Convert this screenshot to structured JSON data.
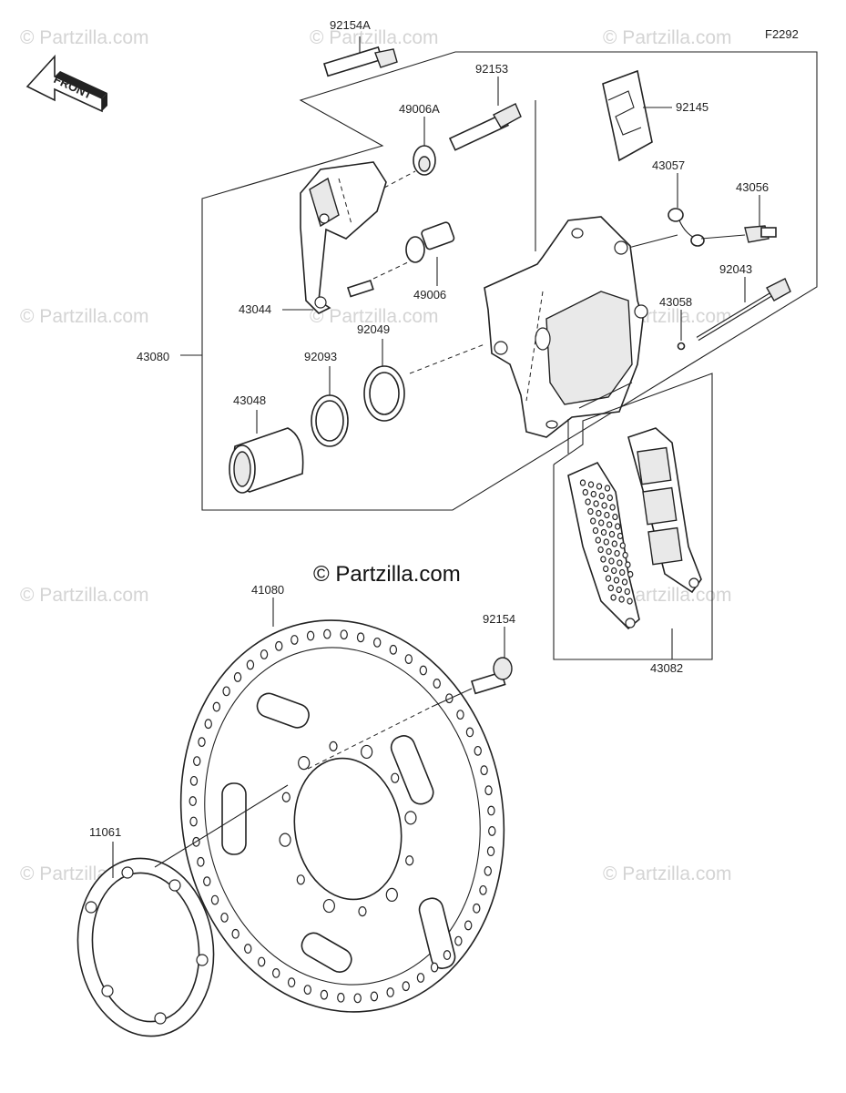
{
  "code": "F2292",
  "front_label": "FRONT",
  "copyright": "© Partzilla.com",
  "watermark": "© Partzilla.com",
  "parts": {
    "p92154A": "92154A",
    "p92153": "92153",
    "p49006A": "49006A",
    "p92145": "92145",
    "p43057": "43057",
    "p43056": "43056",
    "p92043": "92043",
    "p43058": "43058",
    "p49006": "49006",
    "p43044": "43044",
    "p92049": "92049",
    "p92093": "92093",
    "p43080": "43080",
    "p43048": "43048",
    "p41080": "41080",
    "p92154": "92154",
    "p43082": "43082",
    "p11061": "11061"
  }
}
